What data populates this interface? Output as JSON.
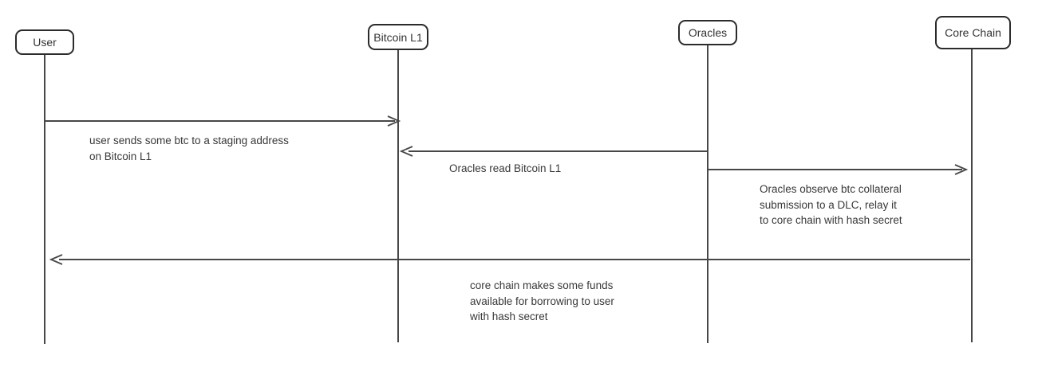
{
  "diagram": {
    "type": "sequence-diagram",
    "background_color": "#ffffff",
    "line_color": "#474747",
    "border_color": "#2b2b2b",
    "text_color": "#383838",
    "actors": [
      {
        "name": "User"
      },
      {
        "name": "Bitcoin L1"
      },
      {
        "name": "Oracles"
      },
      {
        "name": "Core Chain"
      }
    ],
    "messages": [
      {
        "from": "User",
        "to": "Bitcoin L1",
        "direction": "right",
        "label": "user sends some btc to a staging address\non Bitcoin L1"
      },
      {
        "from": "Oracles",
        "to": "Bitcoin L1",
        "direction": "left",
        "label": "Oracles read Bitcoin L1"
      },
      {
        "from": "Oracles",
        "to": "Core Chain",
        "direction": "right",
        "label": "Oracles observe btc collateral\nsubmission to a DLC, relay it\nto core chain with hash secret"
      },
      {
        "from": "Core Chain",
        "to": "User",
        "direction": "left",
        "label": "core chain makes some funds\navailable for borrowing to user\nwith hash secret"
      }
    ]
  }
}
